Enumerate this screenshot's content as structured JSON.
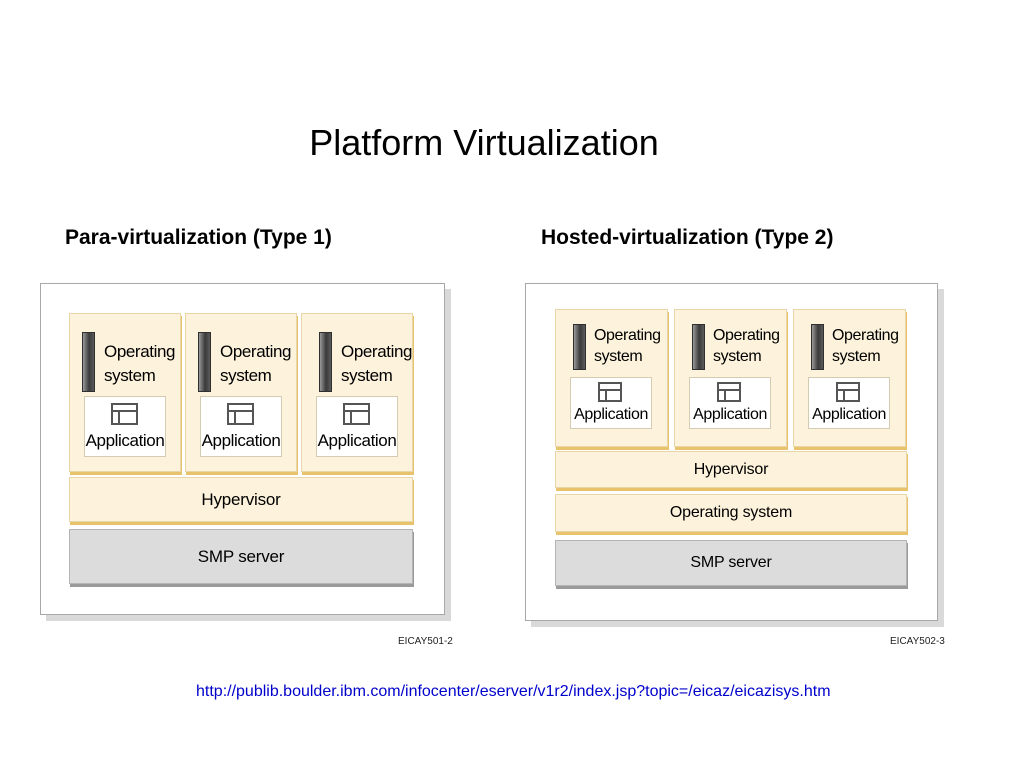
{
  "slide": {
    "title": "Platform Virtualization",
    "source_url": "http://publib.boulder.ibm.com/infocenter/eserver/v1r2/index.jsp?topic=/eicaz/eicazisys.htm"
  },
  "diagrams": [
    {
      "heading": "Para-virtualization (Type 1)",
      "partitions": [
        {
          "os_line1": "Operating",
          "os_line2": "system",
          "app": "Application"
        },
        {
          "os_line1": "Operating",
          "os_line2": "system",
          "app": "Application"
        },
        {
          "os_line1": "Operating",
          "os_line2": "system",
          "app": "Application"
        }
      ],
      "layers": [
        "Hypervisor",
        "SMP server"
      ],
      "figure_id": "EICAY501-2"
    },
    {
      "heading": "Hosted-virtualization (Type 2)",
      "partitions": [
        {
          "os_line1": "Operating",
          "os_line2": "system",
          "app": "Application"
        },
        {
          "os_line1": "Operating",
          "os_line2": "system",
          "app": "Application"
        },
        {
          "os_line1": "Operating",
          "os_line2": "system",
          "app": "Application"
        }
      ],
      "layers": [
        "Hypervisor",
        "Operating system",
        "SMP server"
      ],
      "figure_id": "EICAY502-3"
    }
  ],
  "colors": {
    "partition_fill": "#fdf3dc",
    "server_fill": "#dcdcdc",
    "link": "#0000cc"
  }
}
